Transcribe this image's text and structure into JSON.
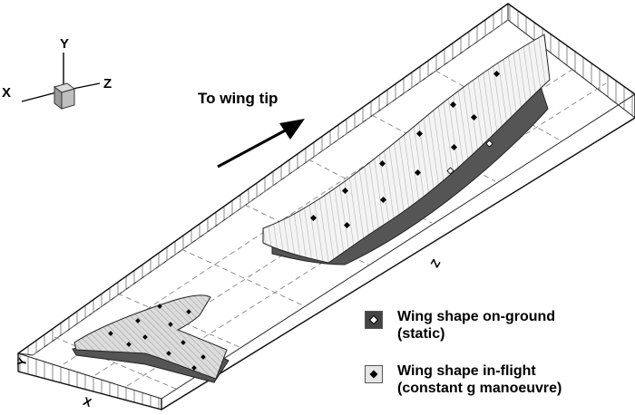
{
  "triad": {
    "x_label": "X",
    "y_label": "Y",
    "z_label": "Z"
  },
  "arrow_label": "To wing tip",
  "box_axes": {
    "z_label": "Z",
    "y_label": "Y",
    "x_label": "X"
  },
  "legend": {
    "ground": {
      "line1": "Wing shape on-ground",
      "line2": "(static)",
      "color": "#444444",
      "marker": "hollow-diamond"
    },
    "flight": {
      "line1": "Wing shape in-flight",
      "line2": "(constant g manoeuvre)",
      "color": "#e6e6e6",
      "marker": "filled-diamond"
    }
  }
}
